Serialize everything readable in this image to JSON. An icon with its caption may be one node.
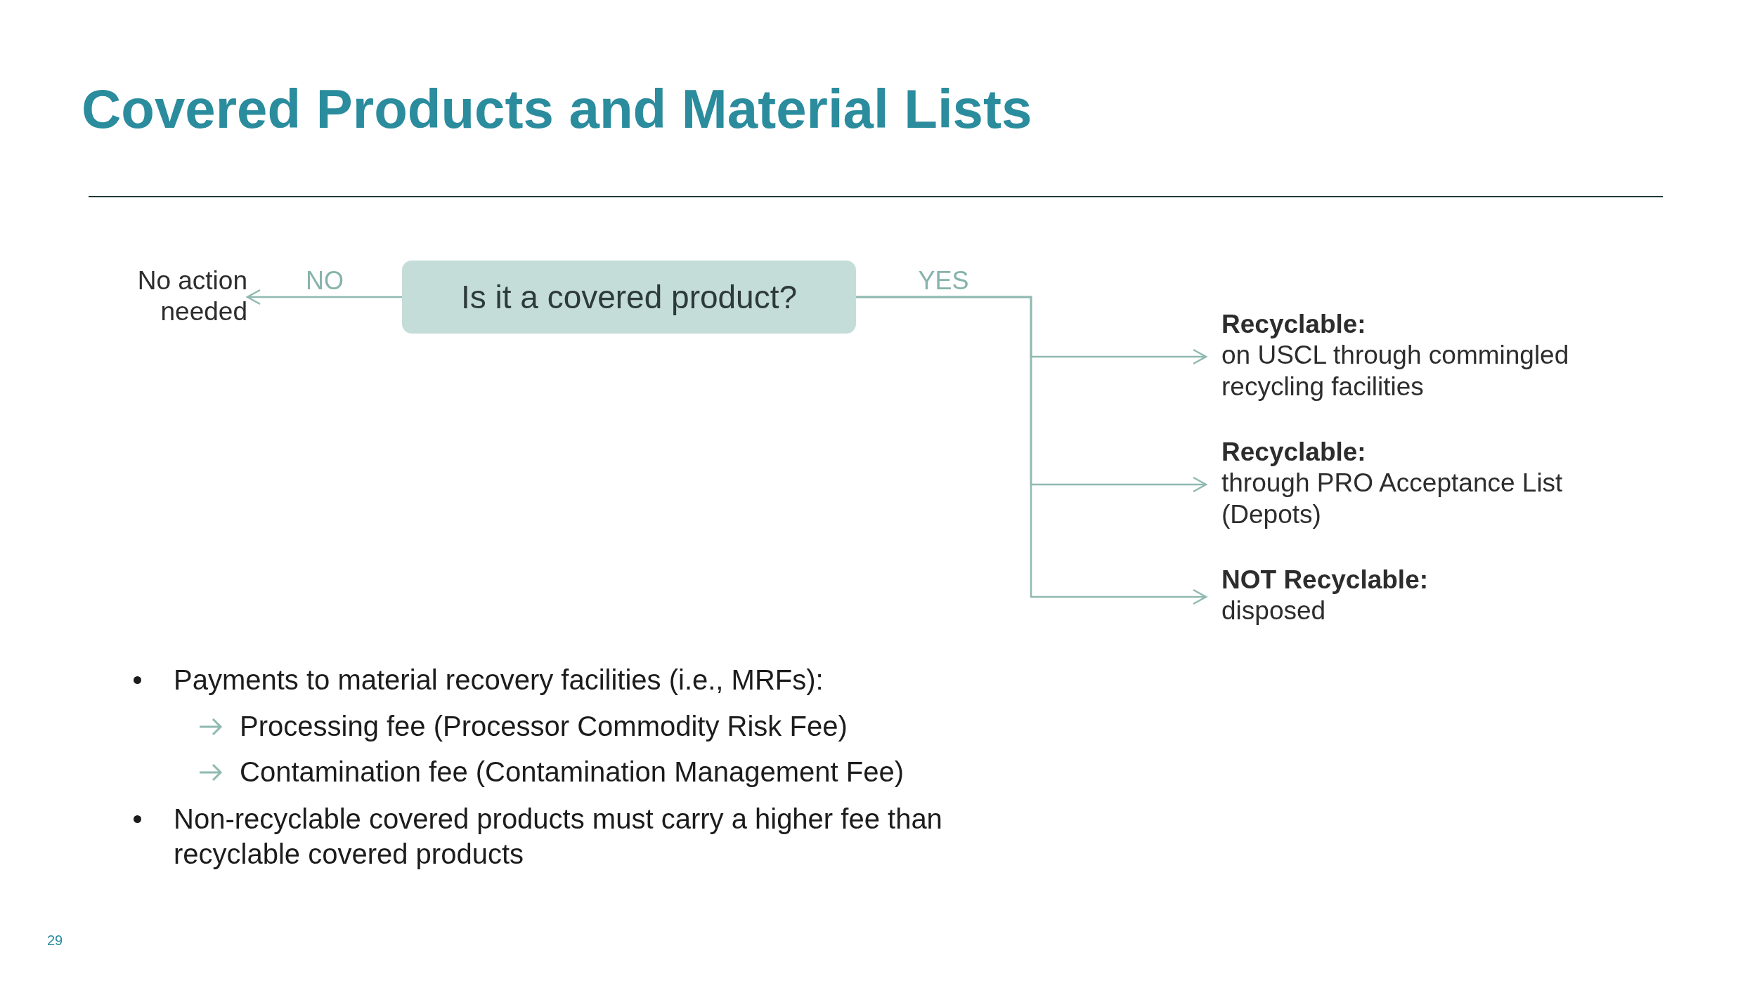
{
  "diagram": {
    "title": "Covered Products and Material Lists",
    "nodes": [
      {
        "text": [
          "Is it a covered product?"
        ]
      },
      {
        "text": [
          "No action needed"
        ]
      },
      {
        "text": [
          "Recyclable:",
          "on USCL through commingled recycling facilities"
        ]
      },
      {
        "text": [
          "Recyclable:",
          "through PRO Acceptance List (Depots)"
        ]
      },
      {
        "text": [
          "NOT Recyclable:",
          "disposed"
        ]
      }
    ],
    "edges": [
      {
        "from": 0,
        "to": 1,
        "arrow": "to",
        "label": "NO"
      },
      {
        "from": 0,
        "to": 2,
        "arrow": "to",
        "label": "YES"
      },
      {
        "from": 0,
        "to": 3,
        "arrow": "to"
      },
      {
        "from": 0,
        "to": 4,
        "arrow": "to"
      }
    ],
    "labels": [
      "Payments to material recovery facilities (i.e., MRFs):",
      "Processing fee (Processor Commodity Risk Fee)",
      "Contamination fee (Contamination Management Fee)",
      "Non-recyclable covered products must carry a higher fee than recyclable covered products",
      "29"
    ]
  }
}
